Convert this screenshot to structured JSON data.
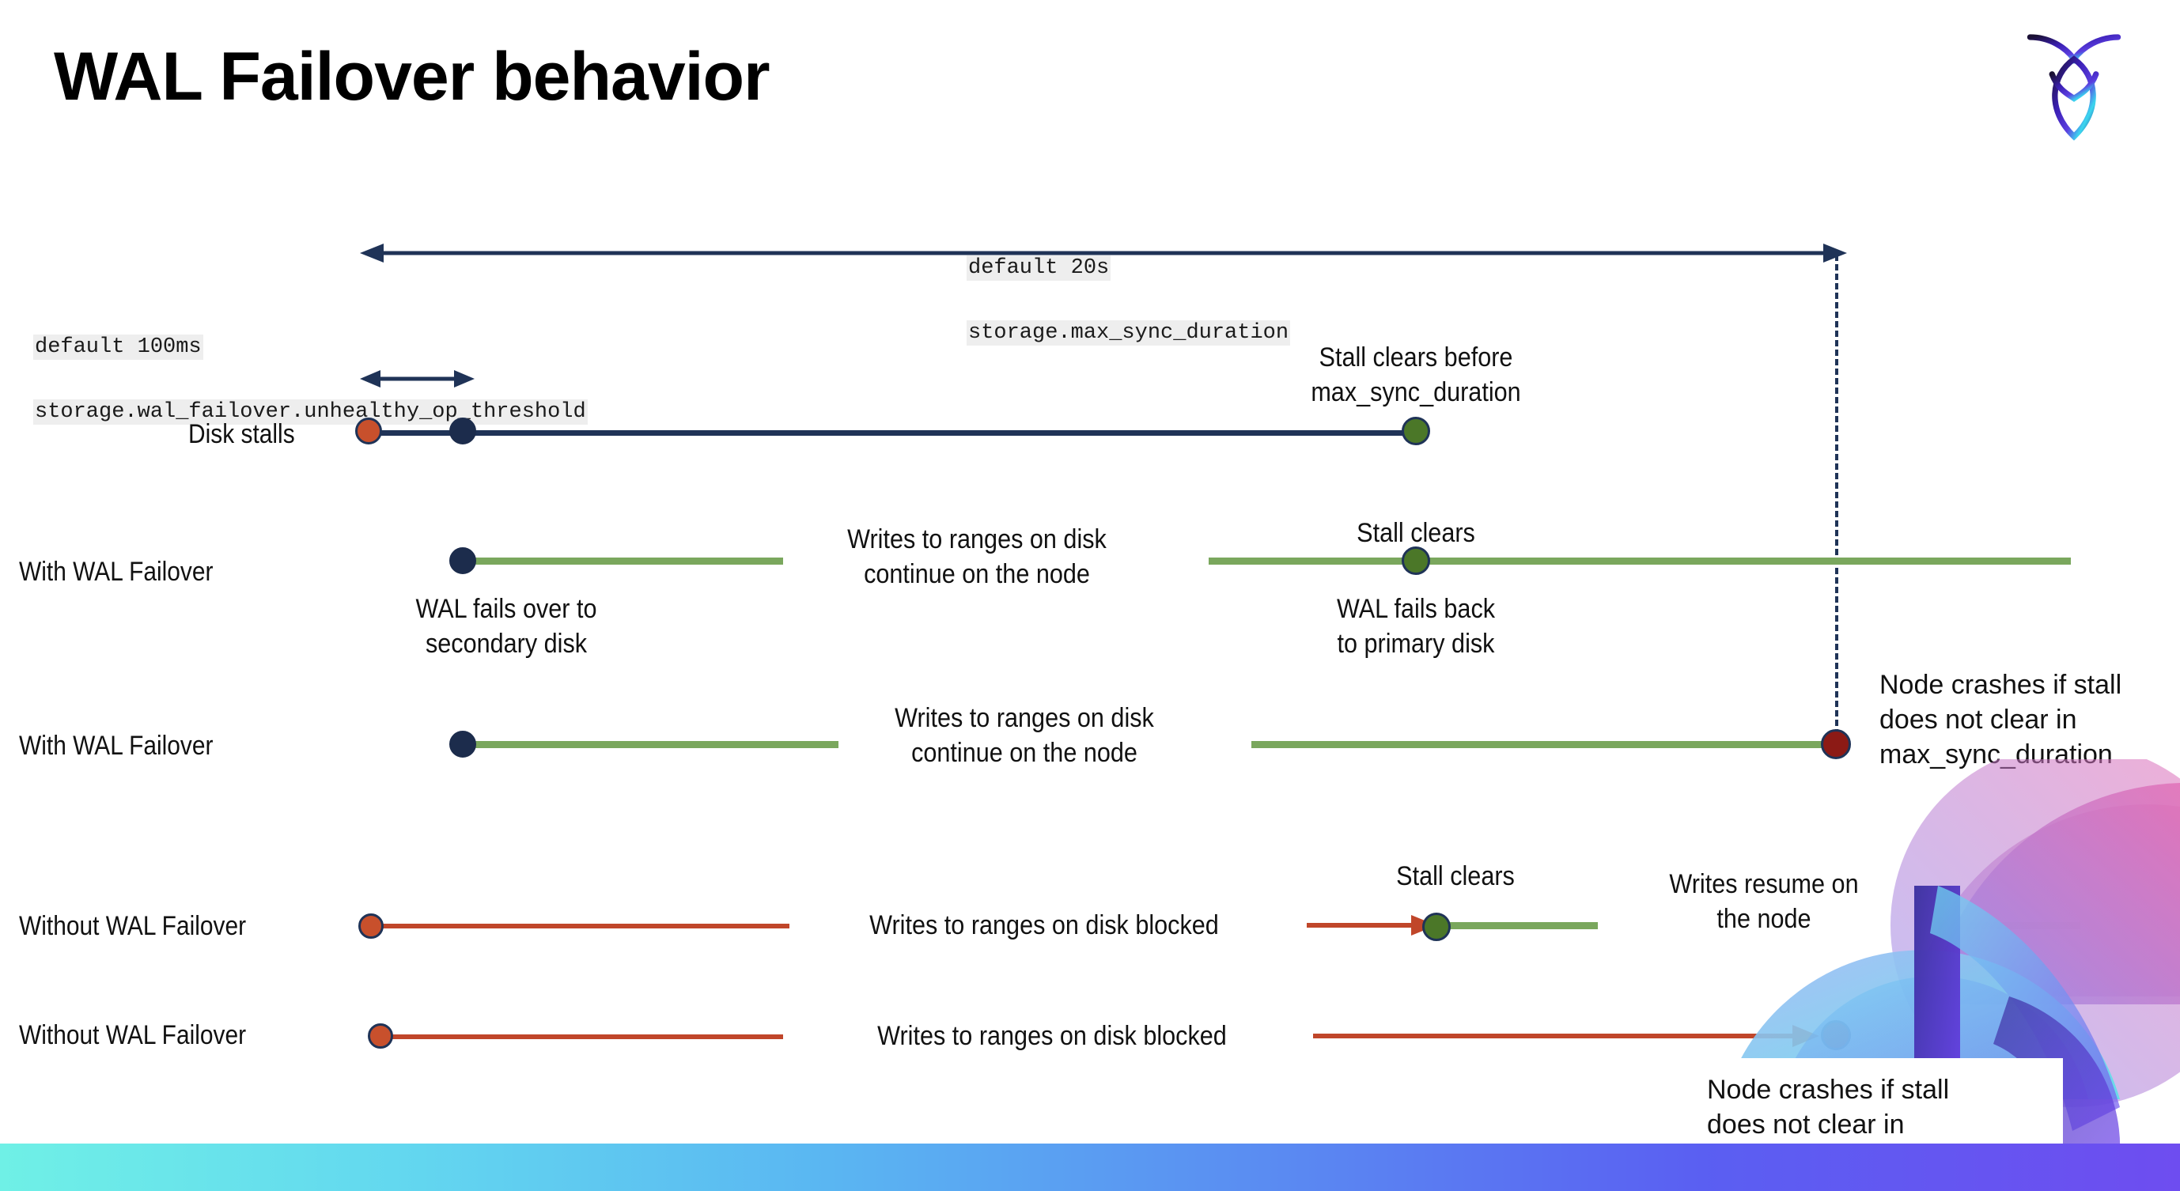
{
  "slide": {
    "title": "WAL Failover behavior",
    "logo_name": "cockroachdb-logo"
  },
  "annotations": {
    "max_sync": {
      "line1": "default 20s",
      "line2": "storage.max_sync_duration"
    },
    "unhealthy": {
      "line1": "default 100ms",
      "line2": "storage.wal_failover.unhealthy_op_threshold"
    }
  },
  "rows": [
    {
      "id": "disk-stalls",
      "label": "Disk stalls",
      "note_right": "Stall clears before\nmax_sync_duration"
    },
    {
      "id": "with-wal-failover-1",
      "label": "With WAL Failover",
      "note_start": "WAL fails over to\nsecondary disk",
      "note_mid": "Writes to ranges on disk\ncontinue on the node",
      "note_clear": "Stall clears",
      "note_back": "WAL fails  back\nto primary disk"
    },
    {
      "id": "with-wal-failover-2",
      "label": "With WAL Failover",
      "note_mid": "Writes to ranges on disk\ncontinue on the node",
      "note_crash": "Node crashes if stall\ndoes not clear in\nmax_sync_duration"
    },
    {
      "id": "without-wal-failover-1",
      "label": "Without WAL Failover",
      "note_mid": "Writes to ranges on disk  blocked",
      "note_clear": "Stall clears",
      "note_resume": "Writes resume on\nthe node"
    },
    {
      "id": "without-wal-failover-2",
      "label": "Without WAL Failover",
      "note_mid": "Writes to ranges on disk  blocked",
      "note_crash": "Node crashes if stall\ndoes not clear in\nmax_sync_duration"
    }
  ],
  "colors": {
    "navy": "#1f3357",
    "green": "#7aa75d",
    "red": "#c0462a",
    "dark_red": "#8c1a15",
    "orange_dot": "#c8502c",
    "green_dot": "#4b7728",
    "navy_dot": "#1c2c4c",
    "chip_bg": "#eeeeee"
  }
}
